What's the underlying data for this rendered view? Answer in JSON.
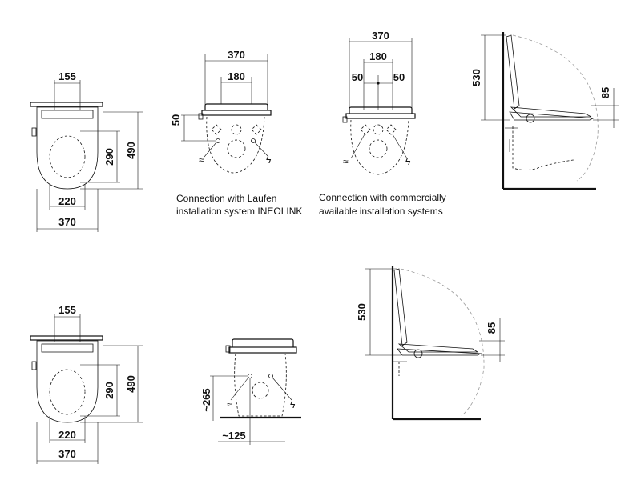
{
  "views": {
    "top_left": {
      "d155": "155",
      "d290": "290",
      "d490": "490",
      "d220": "220",
      "d370": "370"
    },
    "front_a": {
      "d370": "370",
      "d180": "180",
      "d50": "50",
      "caption_line1": "Connection with Laufen",
      "caption_line2": "installation system INEOLINK"
    },
    "front_b": {
      "d370": "370",
      "d180": "180",
      "d50_left": "50",
      "d50_right": "50",
      "caption_line1": "Connection with commercially",
      "caption_line2": "available installation systems"
    },
    "side_top": {
      "d530": "530",
      "d85": "85"
    },
    "bottom_left": {
      "d155": "155",
      "d290": "290",
      "d490": "490",
      "d220": "220",
      "d370": "370"
    },
    "front_c": {
      "d265": "~265",
      "d125": "~125"
    },
    "side_bottom": {
      "d530": "530",
      "d85": "85"
    }
  }
}
